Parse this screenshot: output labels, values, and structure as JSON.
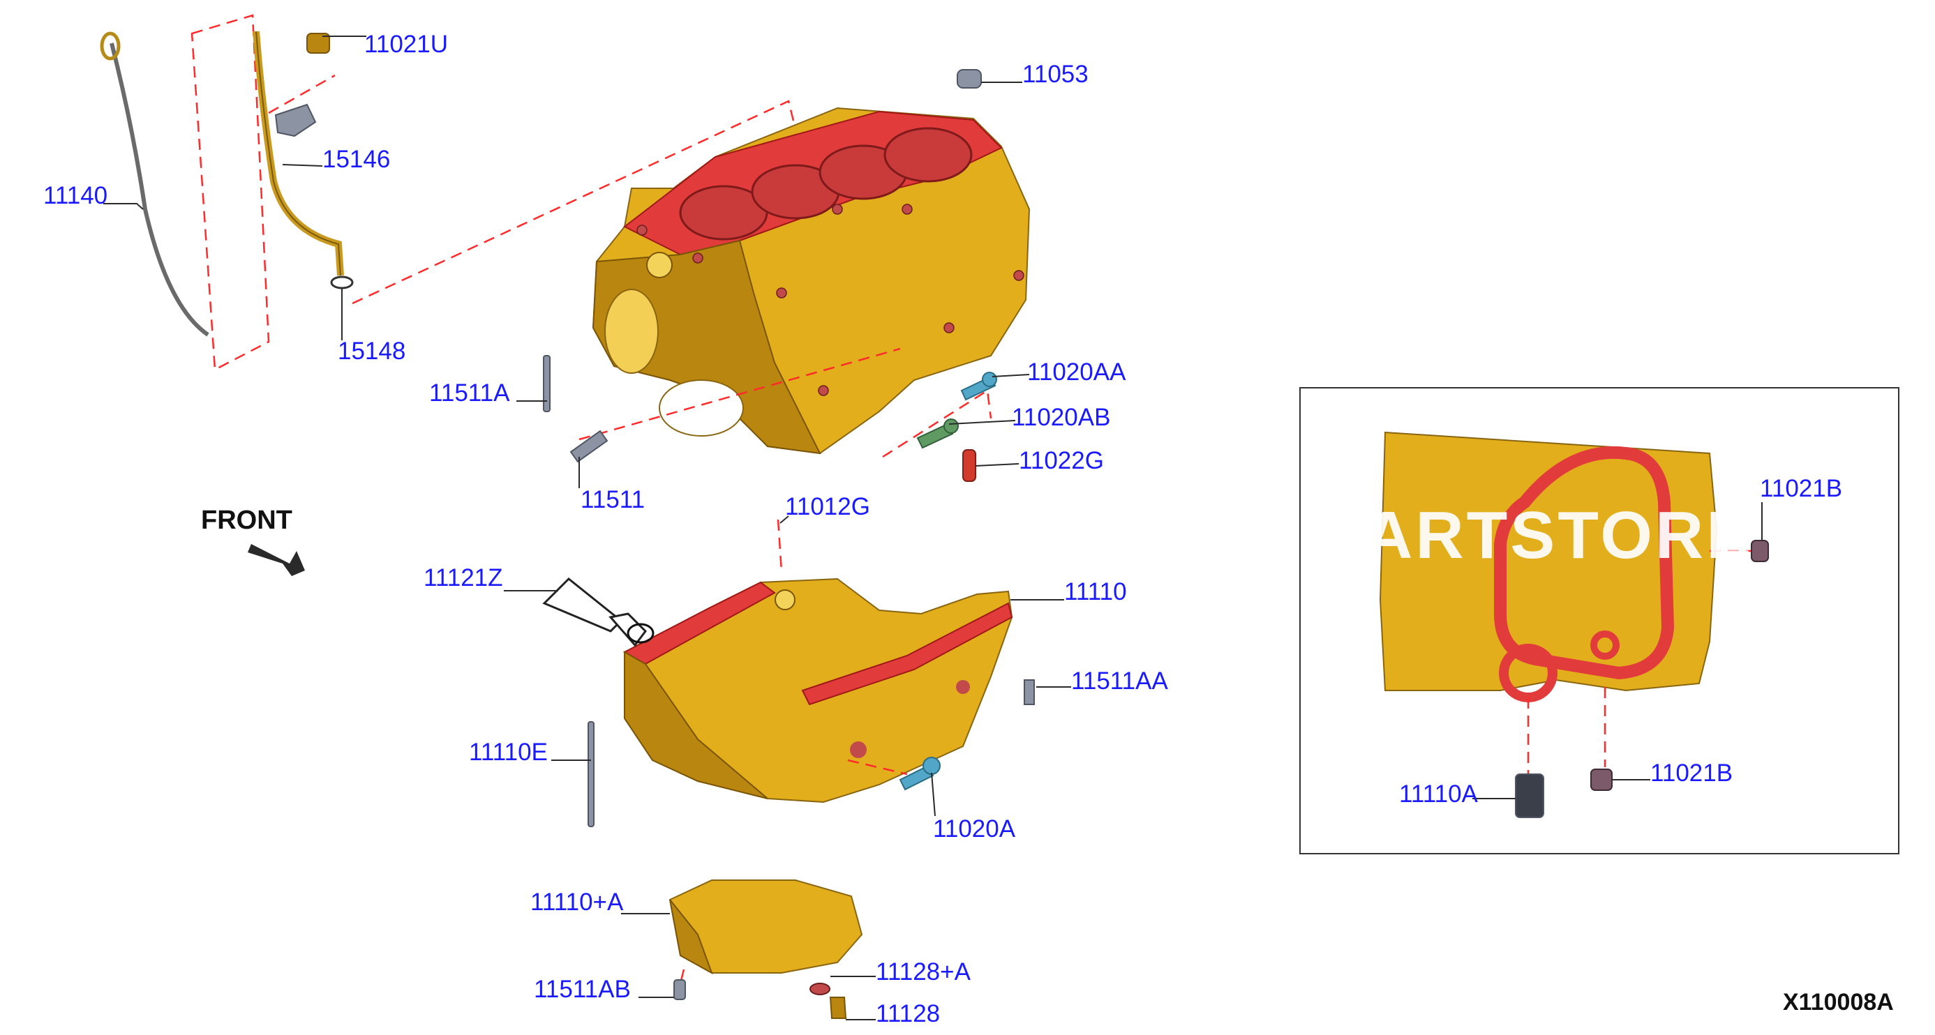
{
  "diagram": {
    "code": "X110008A",
    "front_label": "FRONT",
    "watermark": "ARTSTORE",
    "callouts": {
      "p11021U": "11021U",
      "p11053": "11053",
      "p15146": "15146",
      "p11140": "11140",
      "p15148": "15148",
      "p11511A": "11511A",
      "p11020AA": "11020AA",
      "p11020AB": "11020AB",
      "p11022G": "11022G",
      "p11511": "11511",
      "p11012G": "11012G",
      "p11121Z": "11121Z",
      "p11110": "11110",
      "p11511AA": "11511AA",
      "p11110E": "11110E",
      "p11020A": "11020A",
      "p11110plusA": "11110+A",
      "p11128plusA": "11128+A",
      "p11511AB": "11511AB",
      "p11128": "11128",
      "p11021B_top": "11021B",
      "p11021B_bottom": "11021B",
      "p11110A": "11110A"
    },
    "colors": {
      "callout_text": "#1a1aff",
      "casting": "#e2ae1c",
      "sealant": "#e23b3b",
      "guide_dash": "#ff2a2a"
    }
  }
}
